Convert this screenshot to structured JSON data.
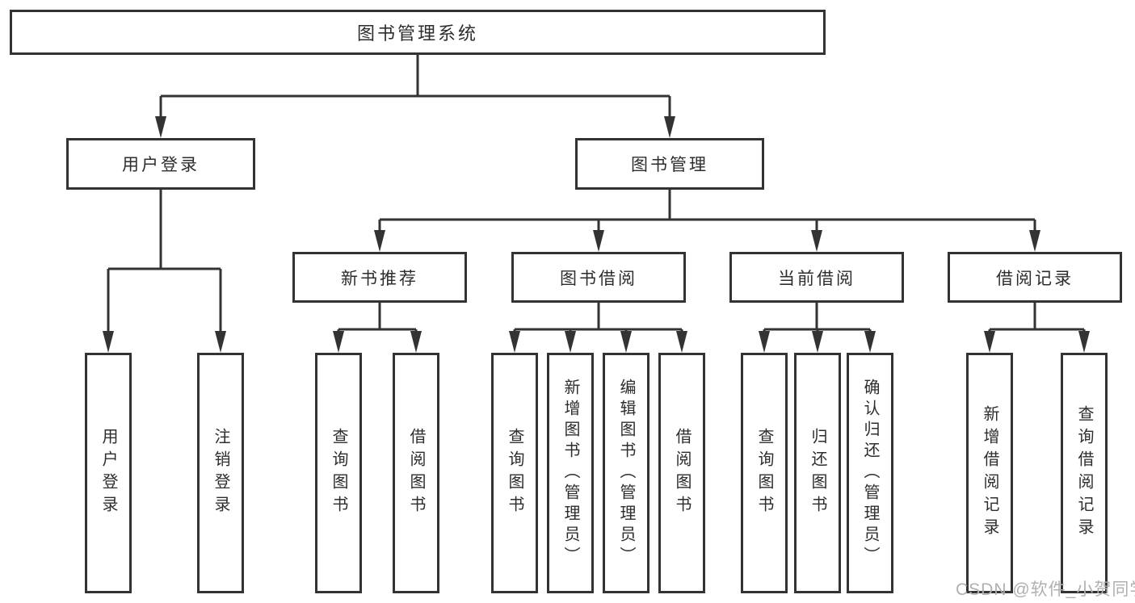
{
  "diagram": {
    "title": "图书管理系统",
    "tree": {
      "root": "图书管理系统",
      "level2": [
        "用户登录",
        "图书管理"
      ],
      "level3": [
        "新书推荐",
        "图书借阅",
        "当前借阅",
        "借阅记录"
      ],
      "leaves": {
        "login": [
          "用户登录",
          "注销登录"
        ],
        "new_books": [
          "查询图书",
          "借阅图书"
        ],
        "borrow": [
          "查询图书",
          "新增图书（管理员）",
          "编辑图书（管理员）",
          "借阅图书"
        ],
        "current": [
          "查询图书",
          "归还图书",
          "确认归还（管理员）"
        ],
        "records": [
          "新增借阅记录",
          "查询借阅记录"
        ]
      }
    },
    "colors": {
      "line": "#333333",
      "box_border": "#333333",
      "box_fill": "#ffffff",
      "background": "#ffffff",
      "watermark": "#b0b0b0"
    }
  },
  "watermark": {
    "text": "CSDN @软件_小贺同学"
  }
}
